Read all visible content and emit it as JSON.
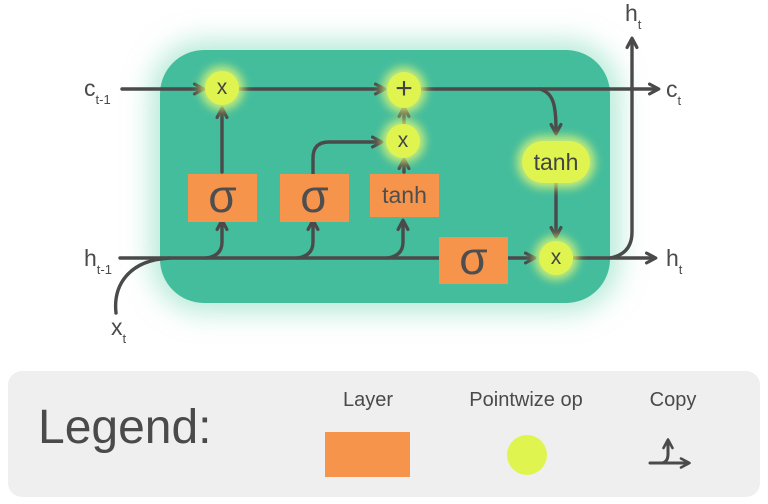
{
  "diagram": {
    "labels": {
      "c_prev": {
        "base": "c",
        "sub": "t-1"
      },
      "h_prev": {
        "base": "h",
        "sub": "t-1"
      },
      "x_in": {
        "base": "x",
        "sub": "t"
      },
      "h_out_top": {
        "base": "h",
        "sub": "t"
      },
      "c_out": {
        "base": "c",
        "sub": "t"
      },
      "h_out_right": {
        "base": "h",
        "sub": "t"
      }
    },
    "gates": {
      "forget_sigma": "σ",
      "input_sigma": "σ",
      "candidate_tanh": "tanh",
      "output_sigma": "σ"
    },
    "ops": {
      "forget_multiply": "x",
      "add": "+",
      "input_multiply": "x",
      "cell_tanh": "tanh",
      "output_multiply": "x"
    }
  },
  "legend": {
    "title": "Legend:",
    "items": [
      {
        "label": "Layer"
      },
      {
        "label": "Pointwize op"
      },
      {
        "label": "Copy"
      }
    ]
  },
  "colors": {
    "cell_background": "#44bd9d",
    "layer_orange": "#f7944c",
    "pointwise_yellow": "#dff44f",
    "wire_gray": "#4a4a4a",
    "legend_background": "#efeff0"
  }
}
